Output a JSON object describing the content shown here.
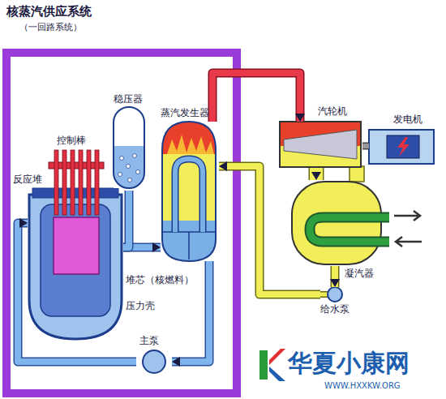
{
  "diagram": {
    "title": "核蒸汽供应系统",
    "nodes": [
      {
        "text": [
          "稳压器"
        ]
      },
      {
        "text": [
          "蒸汽发生器"
        ]
      },
      {
        "text": [
          "反应堆"
        ]
      },
      {
        "text": [
          "主泵"
        ]
      },
      {
        "text": [
          "汽轮机"
        ]
      },
      {
        "text": [
          "发电机"
        ]
      },
      {
        "text": [
          "凝汽器"
        ]
      },
      {
        "text": [
          "给水泵"
        ]
      }
    ],
    "edges": [
      {
        "from": 2,
        "to": 1,
        "arrow": "to"
      },
      {
        "from": 1,
        "to": 3,
        "arrow": "to"
      },
      {
        "from": 3,
        "to": 2,
        "arrow": "to"
      },
      {
        "from": 0,
        "to": 2,
        "arrow": "none"
      },
      {
        "from": 1,
        "to": 4,
        "arrow": "to"
      },
      {
        "from": 4,
        "to": 5,
        "arrow": "none"
      },
      {
        "from": 4,
        "to": 6,
        "arrow": "to"
      },
      {
        "from": 6,
        "to": 7,
        "arrow": "to"
      },
      {
        "from": 7,
        "to": 1,
        "arrow": "to"
      }
    ],
    "labels": [
      "（一回路系统）",
      "控制棒",
      "堆芯（核燃料）",
      "压力壳",
      "华夏小康网",
      "WWW.HXXKW.ORG"
    ]
  }
}
